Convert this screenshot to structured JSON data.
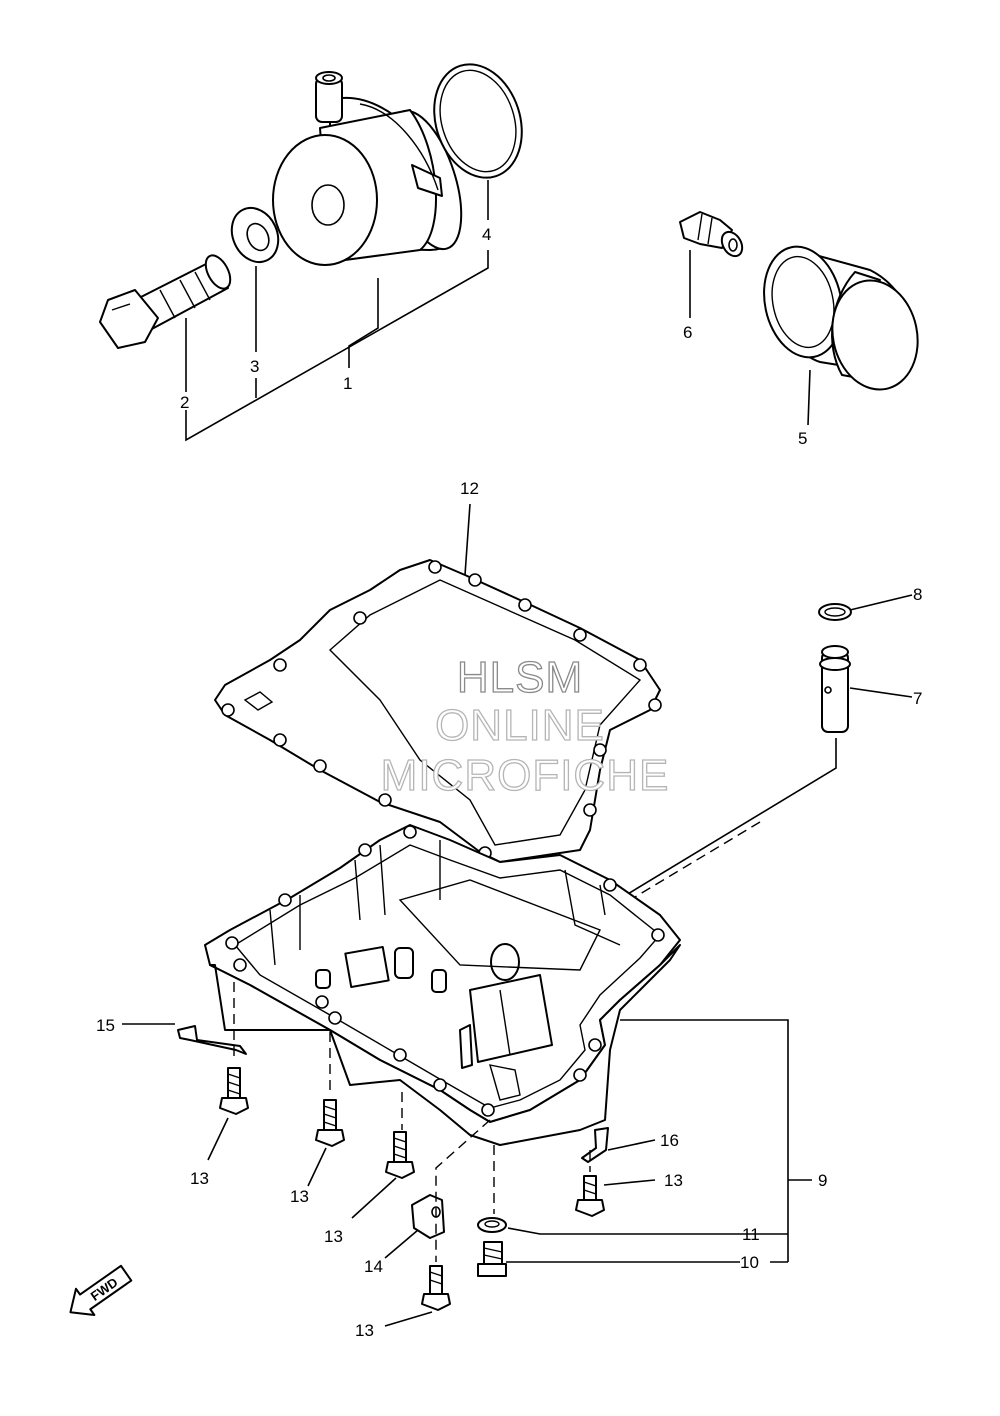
{
  "watermark": {
    "line1": "HLSM",
    "line2": "ONLINE",
    "line3": "MICROFICHE"
  },
  "direction_arrow": {
    "label": "FWD",
    "icon": "fwd-arrow-icon"
  },
  "callouts": {
    "c1": "1",
    "c2": "2",
    "c3": "3",
    "c4": "4",
    "c5": "5",
    "c6": "6",
    "c7": "7",
    "c8": "8",
    "c9": "9",
    "c10": "10",
    "c11": "11",
    "c12": "12",
    "c13a": "13",
    "c13b": "13",
    "c13c": "13",
    "c13d": "13",
    "c13e": "13",
    "c14": "14",
    "c15": "15",
    "c16": "16"
  },
  "line_color": "#000000",
  "watermark_color": "#8a8a8a"
}
